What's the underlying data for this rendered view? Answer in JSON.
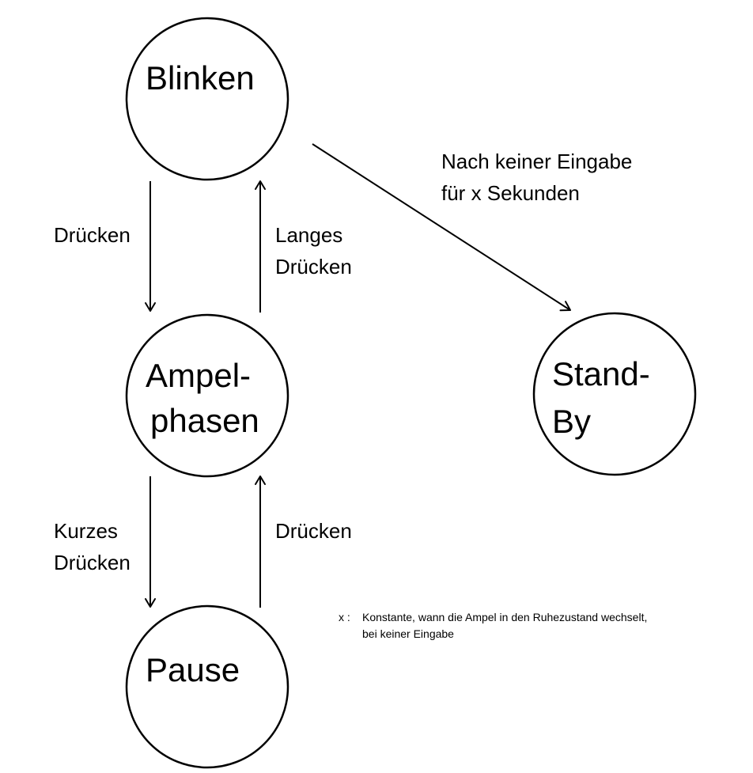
{
  "states": {
    "blinken": {
      "label": "Blinken"
    },
    "ampelphasen": {
      "line1": "Ampel-",
      "line2": "phasen"
    },
    "pause": {
      "label": "Pause"
    },
    "standby": {
      "line1": "Stand-",
      "line2": "By"
    }
  },
  "transitions": {
    "blinken_to_ampel": {
      "label": "Drücken"
    },
    "ampel_to_blinken": {
      "line1": "Langes",
      "line2": "Drücken"
    },
    "ampel_to_pause": {
      "line1": "Kurzes",
      "line2": "Drücken"
    },
    "pause_to_ampel": {
      "label": "Drücken"
    },
    "blinken_to_standby": {
      "line1": "Nach keiner Eingabe",
      "line2": "für x Sekunden"
    }
  },
  "note": {
    "key": "x :",
    "line1": "Konstante, wann die Ampel in den Ruhezustand wechselt,",
    "line2": "bei keiner Eingabe"
  }
}
